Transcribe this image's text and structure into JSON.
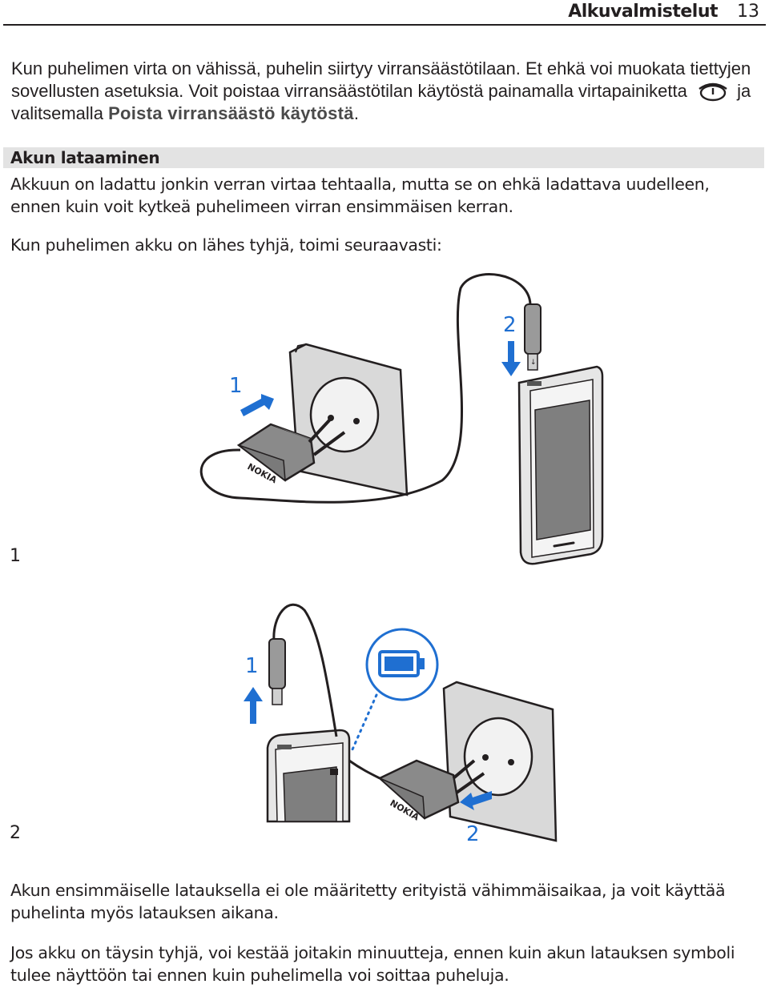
{
  "header": {
    "title": "Alkuvalmistelut",
    "page_number": "13"
  },
  "intro": {
    "text_before": "Kun puhelimen virta on vähissä, puhelin siirtyy virransäästötilaan. Et ehkä voi muokata tiettyjen sovellusten asetuksia. Voit poistaa virransäästötilan käytöstä painamalla virtapainiketta",
    "text_middle": "ja valitsemalla",
    "ui_option": "Poista virransäästö käytöstä",
    "text_end": "."
  },
  "section": {
    "title": "Akun lataaminen"
  },
  "paragraphs": {
    "p1": "Akkuun on ladattu jonkin verran virtaa tehtaalla, mutta se on ehkä ladattava uudelleen, ennen kuin voit kytkeä puhelimeen virran ensimmäisen kerran.",
    "p2": "Kun puhelimen akku on lähes tyhjä, toimi seuraavasti:",
    "p3": "Akun ensimmäiselle latauksella ei ole määritetty erityistä vähimmäisaikaa, ja voit käyttää puhelinta myös latauksen aikana.",
    "p4": "Jos akku on täysin tyhjä, voi kestää joitakin minuutteja, ennen kuin akun latauksen symboli tulee näyttöön tai ennen kuin puhelimella voi soittaa puheluja."
  },
  "steps": [
    {
      "number": "1",
      "labels": [
        "1",
        "2"
      ]
    },
    {
      "number": "2",
      "labels": [
        "1",
        "2"
      ]
    }
  ],
  "brand": "NOKIA",
  "icons": [
    "power-key-icon",
    "battery-charging-icon"
  ],
  "colors": {
    "text": "#231f20",
    "band": "#e3e3e3",
    "accent": "#1f6fd1"
  }
}
